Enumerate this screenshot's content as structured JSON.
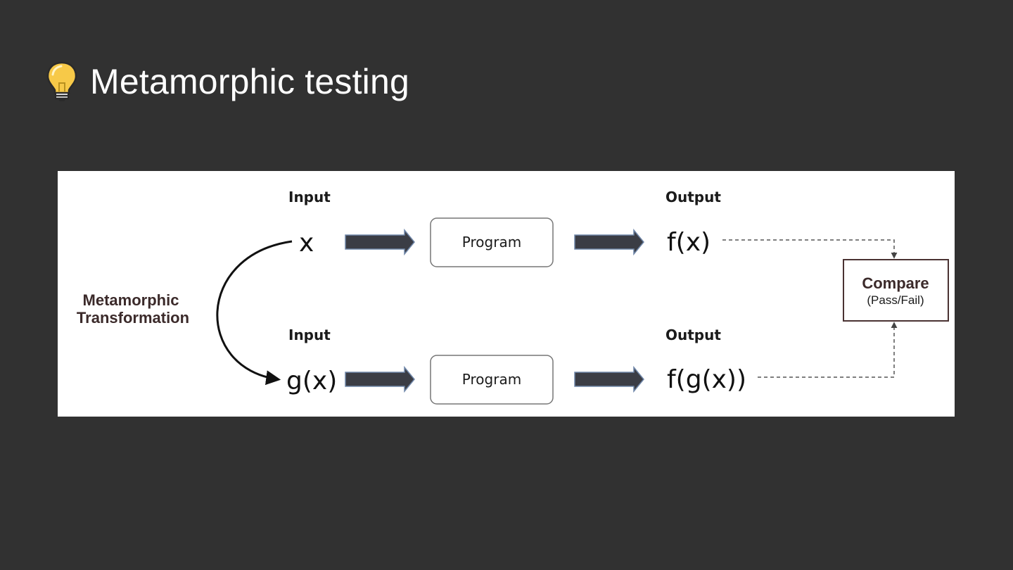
{
  "slide": {
    "title": "Metamorphic testing",
    "icon": "lightbulb-icon"
  },
  "diagram": {
    "top_row": {
      "input_header": "Input",
      "input_value": "x",
      "program_label": "Program",
      "output_header": "Output",
      "output_value": "f(x)"
    },
    "bottom_row": {
      "input_header": "Input",
      "input_value": "g(x)",
      "program_label": "Program",
      "output_header": "Output",
      "output_value": "f(g(x))"
    },
    "transformation_label_line1": "Metamorphic",
    "transformation_label_line2": "Transformation",
    "compare_label": "Compare",
    "compare_sublabel": "(Pass/Fail)"
  },
  "colors": {
    "background": "#313131",
    "arrow_fill": "#3b3d45",
    "arrow_outline": "#6f86a8",
    "label_brown": "#3b2a2a",
    "bulb_yellow": "#f7c948"
  }
}
